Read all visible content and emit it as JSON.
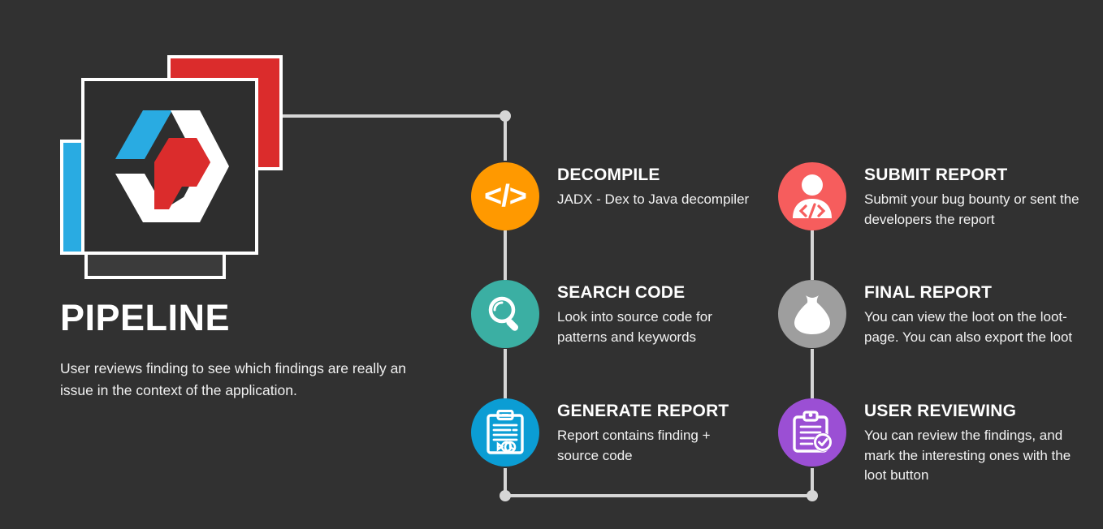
{
  "theme": {
    "background": "#313131",
    "line_color": "#d6d6d6",
    "text_color": "#ffffff"
  },
  "logo": {
    "name": "pipeline-logo",
    "card_colors": {
      "blue": "#29ABE2",
      "red": "#DB2C2C",
      "white": "#ffffff",
      "dark": "#2e2e2e"
    },
    "mark_colors": {
      "left_chevron": "#29ABE2",
      "right_chevron": "#ffffff",
      "hex": "#DB2C2C"
    }
  },
  "header": {
    "title": "PIPELINE",
    "subtitle": "User reviews finding to see which findings are really an issue in the context of the application."
  },
  "steps": [
    {
      "id": "decompile",
      "title": "DECOMPILE",
      "desc": "JADX - Dex to Java decompiler",
      "color": "#FF9900",
      "icon": "code-brackets-icon",
      "column": "left",
      "row": 1
    },
    {
      "id": "search-code",
      "title": "SEARCH CODE",
      "desc": "Look into source code for patterns and keywords",
      "color": "#3BAFA3",
      "icon": "magnifier-icon",
      "column": "left",
      "row": 2
    },
    {
      "id": "generate-report",
      "title": "GENERATE REPORT",
      "desc": "Report contains finding + source code",
      "color": "#0B9DD4",
      "icon": "clipboard-chart-icon",
      "column": "left",
      "row": 3
    },
    {
      "id": "submit-report",
      "title": "SUBMIT REPORT",
      "desc": "Submit your bug bounty or sent the developers the report",
      "color": "#F65D5D",
      "icon": "user-code-icon",
      "column": "right",
      "row": 1
    },
    {
      "id": "final-report",
      "title": "FINAL REPORT",
      "desc": "You can view the loot on the loot-page. You can also export the loot",
      "color": "#9E9E9E",
      "icon": "money-bag-icon",
      "column": "right",
      "row": 2
    },
    {
      "id": "user-reviewing",
      "title": "USER REVIEWING",
      "desc": "You can review the findings, and mark the interesting ones with the loot button",
      "color": "#9B4FD4",
      "icon": "clipboard-check-icon",
      "column": "right",
      "row": 3
    }
  ],
  "glyphs": {
    "code": "</>"
  }
}
